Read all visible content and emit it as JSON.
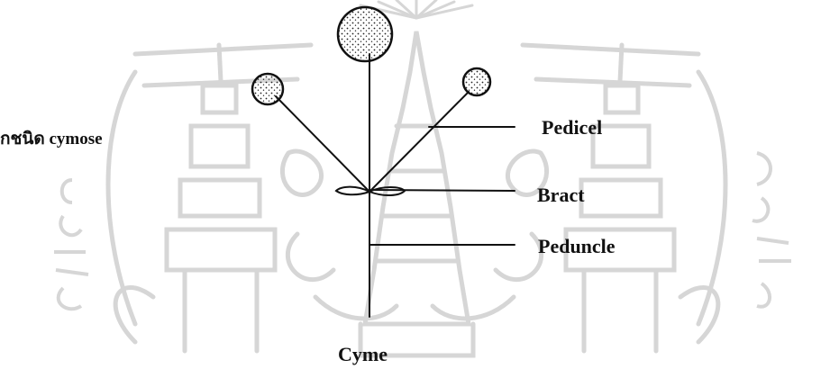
{
  "diagram": {
    "type_label": "กชนิด cymose",
    "labels": {
      "pedicel": "Pedicel",
      "bract": "Bract",
      "peduncle": "Peduncle"
    },
    "title": "Cyme"
  },
  "colors": {
    "ink": "#111111",
    "watermark": "#d4d4d4",
    "background": "#ffffff"
  }
}
